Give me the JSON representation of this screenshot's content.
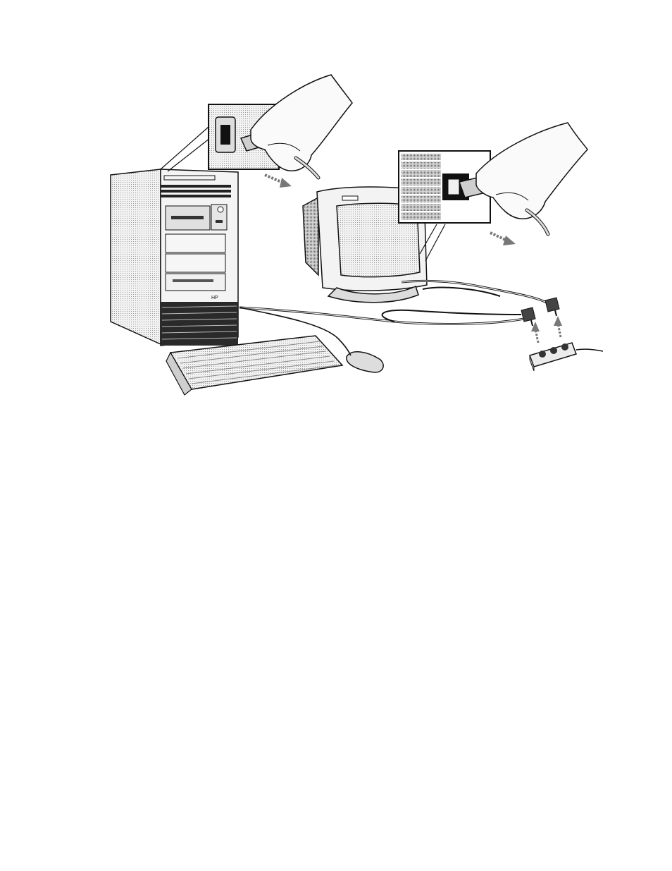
{
  "figure": {
    "components": [
      "computer-tower",
      "crt-monitor",
      "keyboard",
      "mouse",
      "power-strip",
      "tower-power-cable",
      "monitor-power-cable",
      "hand-icon"
    ],
    "front_panel_text": "HP",
    "colors": {
      "line": "#111111",
      "fill_light": "#ededed",
      "fill_mid": "#cfcfcf",
      "fill_dark": "#8c8c8c",
      "vent": "#222222",
      "arrow": "#777777",
      "background": "#ffffff"
    }
  }
}
